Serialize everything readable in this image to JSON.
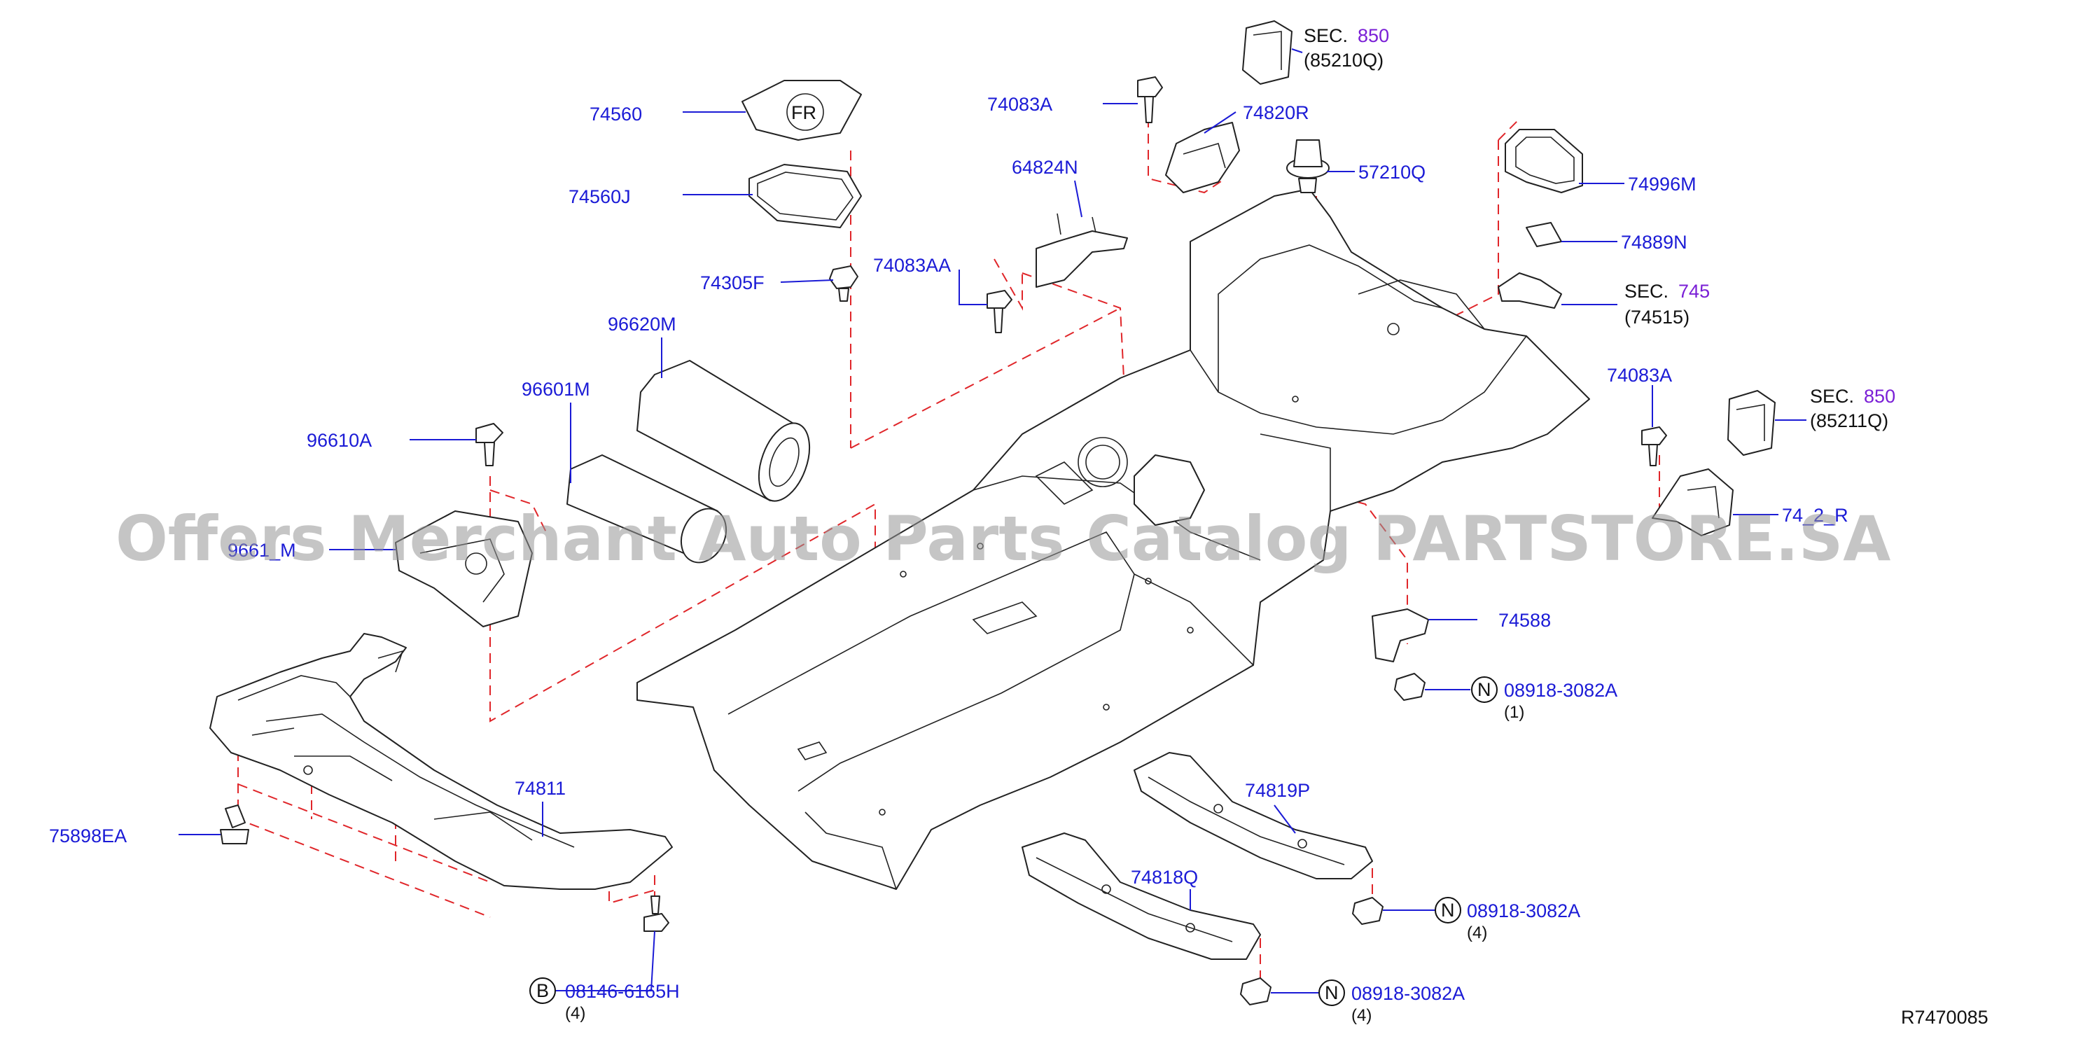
{
  "diagram": {
    "code": "R7470085",
    "watermark": "Offers Merchant Auto Parts Catalog PARTSTORE.SA",
    "parts": {
      "p74560": "74560",
      "p74560J": "74560J",
      "p74305F": "74305F",
      "p96620M": "96620M",
      "p96601M": "96601M",
      "p96610A": "96610A",
      "p9661xM": "9661_M",
      "p74083AA": "74083AA",
      "p74083A_top": "74083A",
      "p74820R": "74820R",
      "p64824N": "64824N",
      "p57210Q": "57210Q",
      "p74996M": "74996M",
      "p74889N": "74889N",
      "p74083A_right": "74083A",
      "p7482xR": "74_2_R",
      "p74588": "74588",
      "p74811": "74811",
      "p75898EA": "75898EA",
      "p74819P": "74819P",
      "p74818Q": "74818Q"
    },
    "sections": {
      "sec_top": {
        "prefix": "SEC.",
        "num": "850",
        "ref": "(85210Q)"
      },
      "sec_mid": {
        "prefix": "SEC.",
        "num": "745",
        "ref": "(74515)"
      },
      "sec_right": {
        "prefix": "SEC.",
        "num": "850",
        "ref": "(85211Q)"
      }
    },
    "fasteners": {
      "nut1": {
        "symbol": "N",
        "part": "08918-3082A",
        "qty": "(1)"
      },
      "nut2": {
        "symbol": "N",
        "part": "08918-3082A",
        "qty": "(4)"
      },
      "nut3": {
        "symbol": "N",
        "part": "08918-3082A",
        "qty": "(4)"
      },
      "bolt": {
        "symbol": "B",
        "part": "08146-6165H",
        "qty": "(4)"
      }
    }
  },
  "colors": {
    "label_blue": "#1b1bd6",
    "section_purple": "#7a1fd6",
    "guide_red": "#e0262a",
    "line_dark": "#222222"
  }
}
